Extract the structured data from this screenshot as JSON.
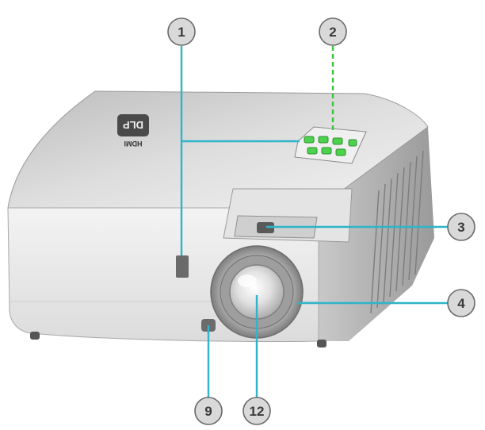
{
  "diagram": {
    "product": "projector",
    "colors": {
      "leader_line": "#2fb4c8",
      "leader_line_dashed": "#3fc43f",
      "controls_highlight": "#4cd24c",
      "callout_fill": "#d9d9d9",
      "callout_stroke": "#6a6a6a",
      "body_top": "#d8d8d8",
      "body_front": "#e9e9e9",
      "body_side": "#b3b3b3"
    },
    "callouts": [
      {
        "label": "1",
        "part": "ir-receiver"
      },
      {
        "label": "2",
        "part": "keypad"
      },
      {
        "label": "3",
        "part": "zoom-focus-lever"
      },
      {
        "label": "4",
        "part": "focus-ring"
      },
      {
        "label": "9",
        "part": "tilt-adjustment-foot"
      },
      {
        "label": "12",
        "part": "lens"
      }
    ],
    "top_logo": {
      "brand": "DLP",
      "small_text": "HDMI"
    }
  }
}
